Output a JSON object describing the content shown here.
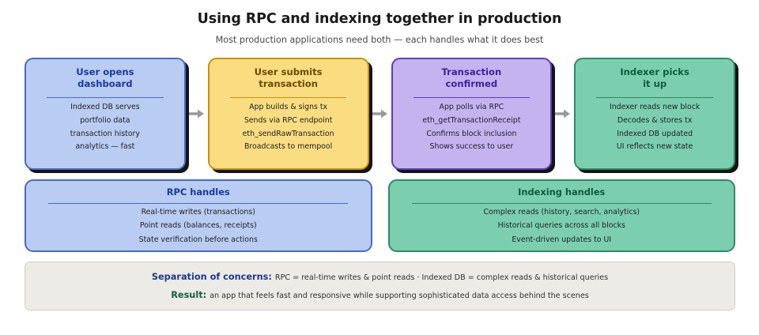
{
  "header": {
    "title": "Using RPC and indexing together in production",
    "subtitle": "Most production applications need both — each handles what it does best"
  },
  "flow": {
    "arrow_icon": "arrow-right-icon",
    "steps": [
      {
        "id": "user-opens-dashboard",
        "title": "User opens\ndashboard",
        "fill": "#b9ccf2",
        "border": "#4a6ac7",
        "title_color": "#1a3a9e",
        "divider": "#4a6ac7",
        "lines": [
          "Indexed DB serves",
          "portfolio data",
          "transaction history",
          "analytics — fast"
        ]
      },
      {
        "id": "user-submits-transaction",
        "title": "User submits\ntransaction",
        "fill": "#f9dd80",
        "border": "#c8920f",
        "title_color": "#6e4a05",
        "divider": "#c8920f",
        "lines": [
          "App builds & signs tx",
          "Sends via RPC endpoint",
          "eth_sendRawTransaction",
          "Broadcasts to mempool"
        ]
      },
      {
        "id": "transaction-confirmed",
        "title": "Transaction\nconfirmed",
        "fill": "#c5b3f0",
        "border": "#5b3fc0",
        "title_color": "#3d1f9e",
        "divider": "#5b3fc0",
        "lines": [
          "App polls via RPC",
          "eth_getTransactionReceipt",
          "Confirms block inclusion",
          "Shows success to user"
        ]
      },
      {
        "id": "indexer-picks-it-up",
        "title": "Indexer picks\nit up",
        "fill": "#7bcfb0",
        "border": "#2e8b63",
        "title_color": "#0f5c3c",
        "divider": "#2e8b63",
        "lines": [
          "Indexer reads new block",
          "Decodes & stores tx",
          "Indexed DB updated",
          "UI reflects new state"
        ]
      }
    ]
  },
  "handles": [
    {
      "id": "rpc-handles",
      "title": "RPC handles",
      "fill": "#b9ccf2",
      "border": "#4a6ac7",
      "title_color": "#1a3a9e",
      "divider": "#4a6ac7",
      "lines": [
        "Real-time writes (transactions)",
        "Point reads (balances, receipts)",
        "State verification before actions"
      ]
    },
    {
      "id": "indexing-handles",
      "title": "Indexing handles",
      "fill": "#7bcfb0",
      "border": "#2e8b63",
      "title_color": "#0f5c3c",
      "divider": "#2e8b63",
      "lines": [
        "Complex reads (history, search, analytics)",
        "Historical queries across all blocks",
        "Event-driven updates to UI"
      ]
    }
  ],
  "footer": {
    "separation_label": "Separation of concerns:",
    "separation_text": "RPC = real-time writes & point reads  ·  Indexed DB = complex reads & historical queries",
    "result_label": "Result:",
    "result_text": "an app that feels fast and responsive while supporting sophisticated data access behind the scenes"
  }
}
